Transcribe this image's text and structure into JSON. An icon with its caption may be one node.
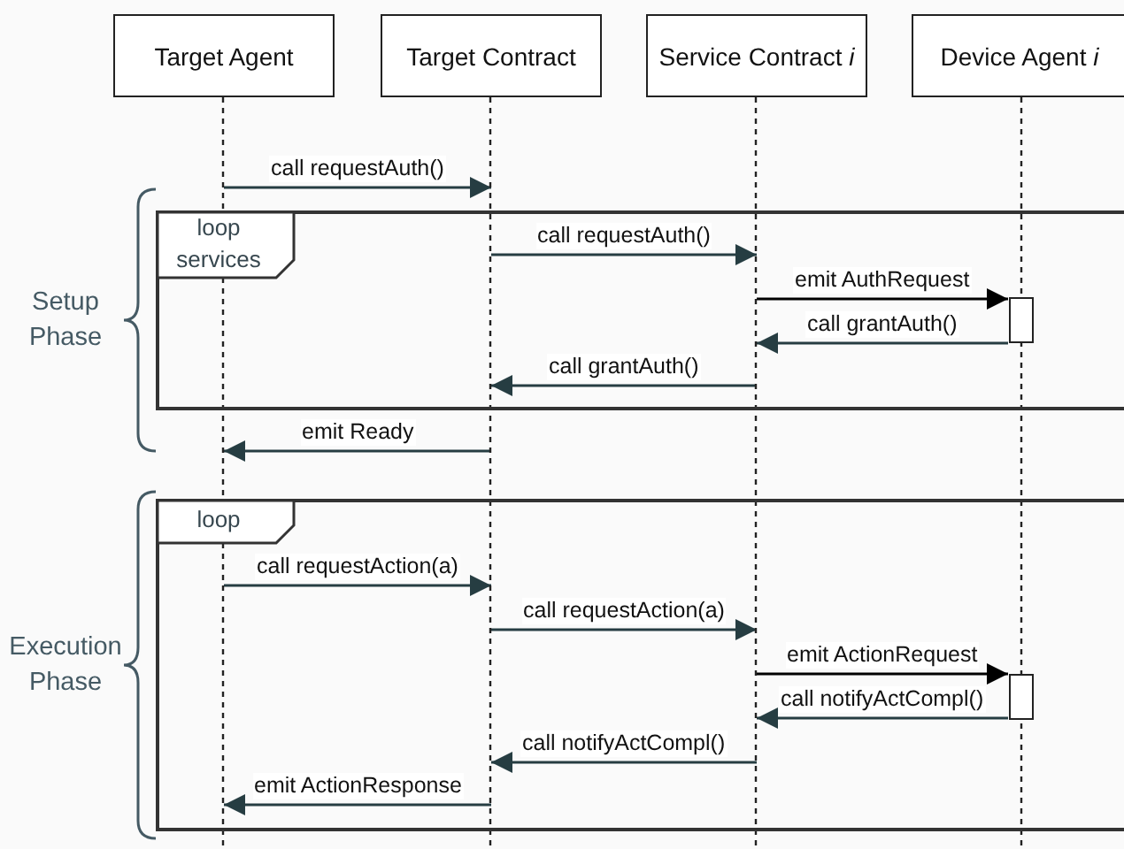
{
  "diagram": {
    "nodes": [
      {
        "text": [
          "Target Agent"
        ]
      },
      {
        "text": [
          "Target Contract"
        ]
      },
      {
        "text": [
          "Service Contract *i*"
        ]
      },
      {
        "text": [
          "Device Agent *i*"
        ]
      },
      {
        "text": [],
        "shape": "bar",
        "in": 3
      },
      {
        "text": [],
        "shape": "bar",
        "in": 3
      }
    ],
    "edges": [
      {
        "from": 0,
        "to": 1,
        "arrow": "to",
        "label": "call requestAuth()"
      },
      {
        "from": 1,
        "to": 2,
        "arrow": "to",
        "label": "call requestAuth()"
      },
      {
        "from": 2,
        "to": 4,
        "arrow": "to",
        "label": "emit AuthRequest",
        "color": "#000000"
      },
      {
        "from": 4,
        "to": 2,
        "arrow": "to",
        "label": "call grantAuth()"
      },
      {
        "from": 2,
        "to": 1,
        "arrow": "to",
        "label": "call grantAuth()"
      },
      {
        "from": 1,
        "to": 0,
        "arrow": "to",
        "label": "emit Ready"
      },
      {
        "from": 0,
        "to": 1,
        "arrow": "to",
        "label": "call requestAction(a)"
      },
      {
        "from": 1,
        "to": 2,
        "arrow": "to",
        "label": "call requestAction(a)"
      },
      {
        "from": 2,
        "to": 5,
        "arrow": "to",
        "label": "emit ActionRequest",
        "color": "#000000"
      },
      {
        "from": 5,
        "to": 2,
        "arrow": "to",
        "label": "call notifyActCompl()"
      },
      {
        "from": 2,
        "to": 1,
        "arrow": "to",
        "label": "call notifyActCompl()"
      },
      {
        "from": 1,
        "to": 0,
        "arrow": "to",
        "label": "emit ActionResponse"
      }
    ],
    "labels": [
      "loop services",
      "Setup Phase",
      "loop",
      "Execution Phase"
    ]
  }
}
